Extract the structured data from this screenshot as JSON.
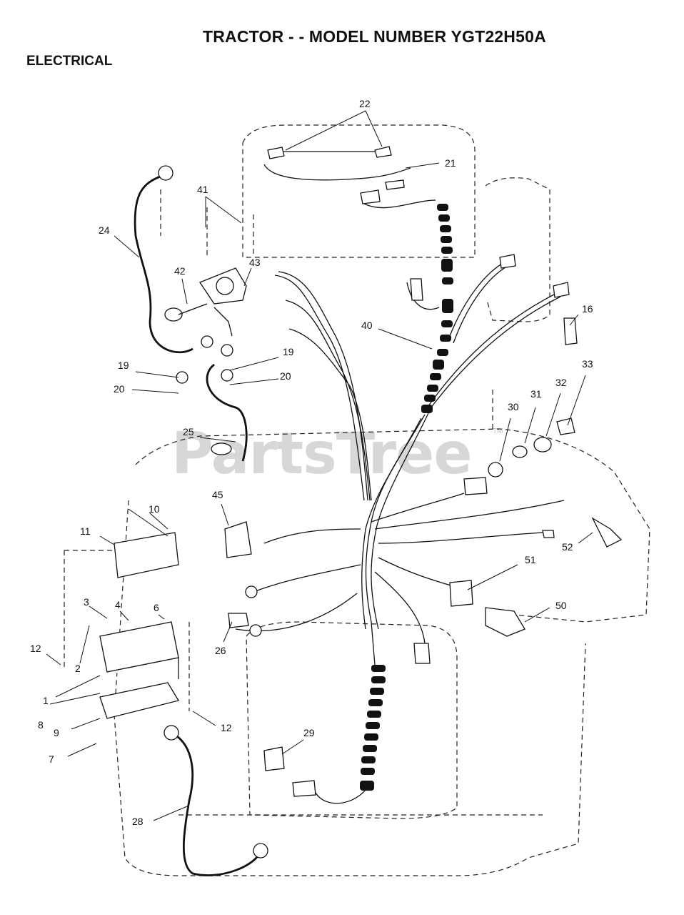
{
  "header": {
    "title": "TRACTOR - - MODEL NUMBER YGT22H50A",
    "subtitle": "ELECTRICAL"
  },
  "watermark": {
    "text": "PartsTree",
    "tm": "TM"
  },
  "callouts": [
    "22",
    "21",
    "41",
    "24",
    "42",
    "43",
    "40",
    "16",
    "19",
    "20",
    "19",
    "20",
    "25",
    "33",
    "32",
    "31",
    "30",
    "10",
    "45",
    "11",
    "52",
    "51",
    "3",
    "4",
    "6",
    "50",
    "12",
    "2",
    "26",
    "1",
    "8",
    "12",
    "9",
    "29",
    "7",
    "28"
  ]
}
